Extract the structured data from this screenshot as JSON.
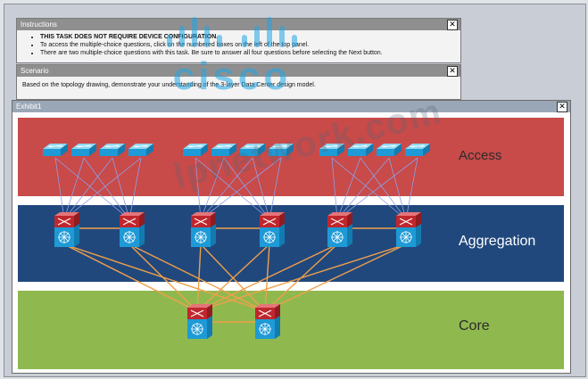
{
  "instructions": {
    "title": "Instructions",
    "items": [
      "THIS TASK DOES NOT REQUIRE DEVICE CONFIGURATION.",
      "To access the multiple-choice questions, click on the numbered boxes on the left of the top panel.",
      "There are two multiple-choice questions with this task. Be sure to answer all four questions before selecting the Next button."
    ]
  },
  "scenario": {
    "title": "Scenario",
    "text": "Based on the topology drawing, demonstrate your understanding of the 3-layer Data Center design model."
  },
  "exhibit": {
    "title": "Exhibit1",
    "layers": {
      "access": "Access",
      "aggregation": "Aggregation",
      "core": "Core"
    }
  },
  "logo": {
    "text": "cisco"
  },
  "watermark": {
    "text": "lpnetwork.com"
  },
  "colors": {
    "access_band": "#c84a49",
    "aggregation_band": "#21487d",
    "core_band": "#8fb94f",
    "link_blue": "#8fa0e8",
    "link_orange": "#f0a04a"
  },
  "icons": {
    "switch": "access-switch-icon",
    "agg": "aggregation-switch-icon",
    "core": "core-switch-icon",
    "close": "close-icon"
  }
}
